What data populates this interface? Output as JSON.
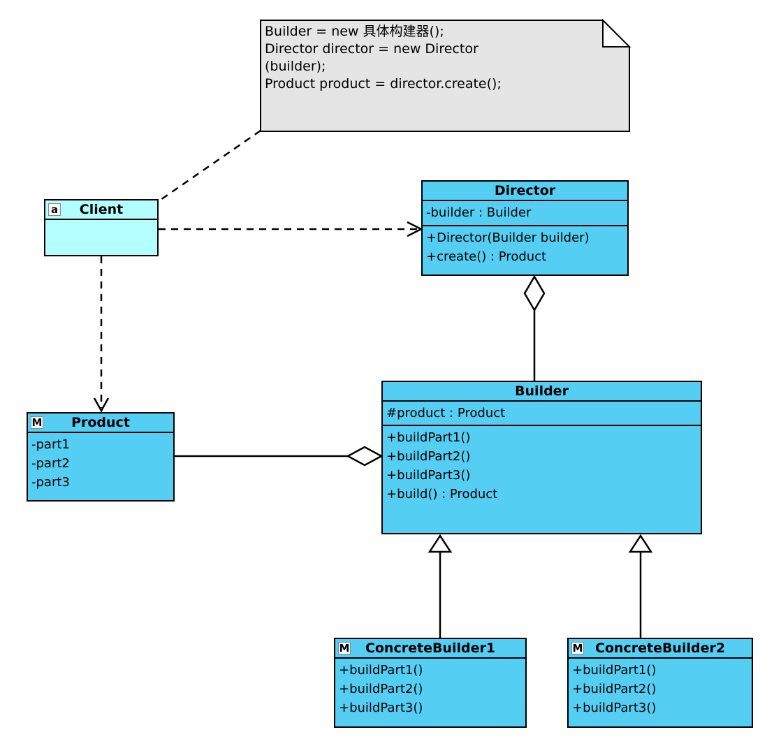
{
  "note": {
    "lines": [
      "Builder = new 具体构建器();",
      "Director director = new Director",
      "(builder);",
      "Product product = director.create();"
    ]
  },
  "classes": {
    "client": {
      "badge": "a",
      "name": "Client",
      "attributes": [],
      "methods": []
    },
    "director": {
      "name": "Director",
      "attributes": [
        "-builder : Builder"
      ],
      "methods": [
        "+Director(Builder builder)",
        "+create() : Product"
      ]
    },
    "product": {
      "badge": "M",
      "name": "Product",
      "attributes": [
        "-part1",
        "-part2",
        "-part3"
      ],
      "methods": []
    },
    "builder": {
      "name": "Builder",
      "attributes": [
        "#product : Product"
      ],
      "methods": [
        "+buildPart1()",
        "+buildPart2()",
        "+buildPart3()",
        "+build() : Product"
      ]
    },
    "concrete_builder1": {
      "badge": "M",
      "name": "ConcreteBuilder1",
      "attributes": [],
      "methods": [
        "+buildPart1()",
        "+buildPart2()",
        "+buildPart3()"
      ]
    },
    "concrete_builder2": {
      "badge": "M",
      "name": "ConcreteBuilder2",
      "attributes": [],
      "methods": [
        "+buildPart1()",
        "+buildPart2()",
        "+buildPart3()"
      ]
    }
  },
  "relationships": [
    {
      "type": "note-anchor",
      "from": "note",
      "to": "Client",
      "style": "dashed"
    },
    {
      "type": "dependency",
      "from": "Client",
      "to": "Director",
      "style": "dashed-open-arrow"
    },
    {
      "type": "dependency",
      "from": "Client",
      "to": "Product",
      "style": "dashed-open-arrow"
    },
    {
      "type": "aggregation",
      "owner": "Director",
      "part": "Builder",
      "diamond": "hollow"
    },
    {
      "type": "aggregation",
      "owner": "Builder",
      "part": "Product",
      "diamond": "hollow"
    },
    {
      "type": "generalization",
      "from": "ConcreteBuilder1",
      "to": "Builder",
      "arrow": "hollow-triangle"
    },
    {
      "type": "generalization",
      "from": "ConcreteBuilder2",
      "to": "Builder",
      "arrow": "hollow-triangle"
    }
  ],
  "colors": {
    "class_fill": "#55CEF4",
    "client_fill": "#B3FFFF",
    "note_fill": "#E5E5E5",
    "line": "#000000",
    "background": "#FFFFFF"
  }
}
